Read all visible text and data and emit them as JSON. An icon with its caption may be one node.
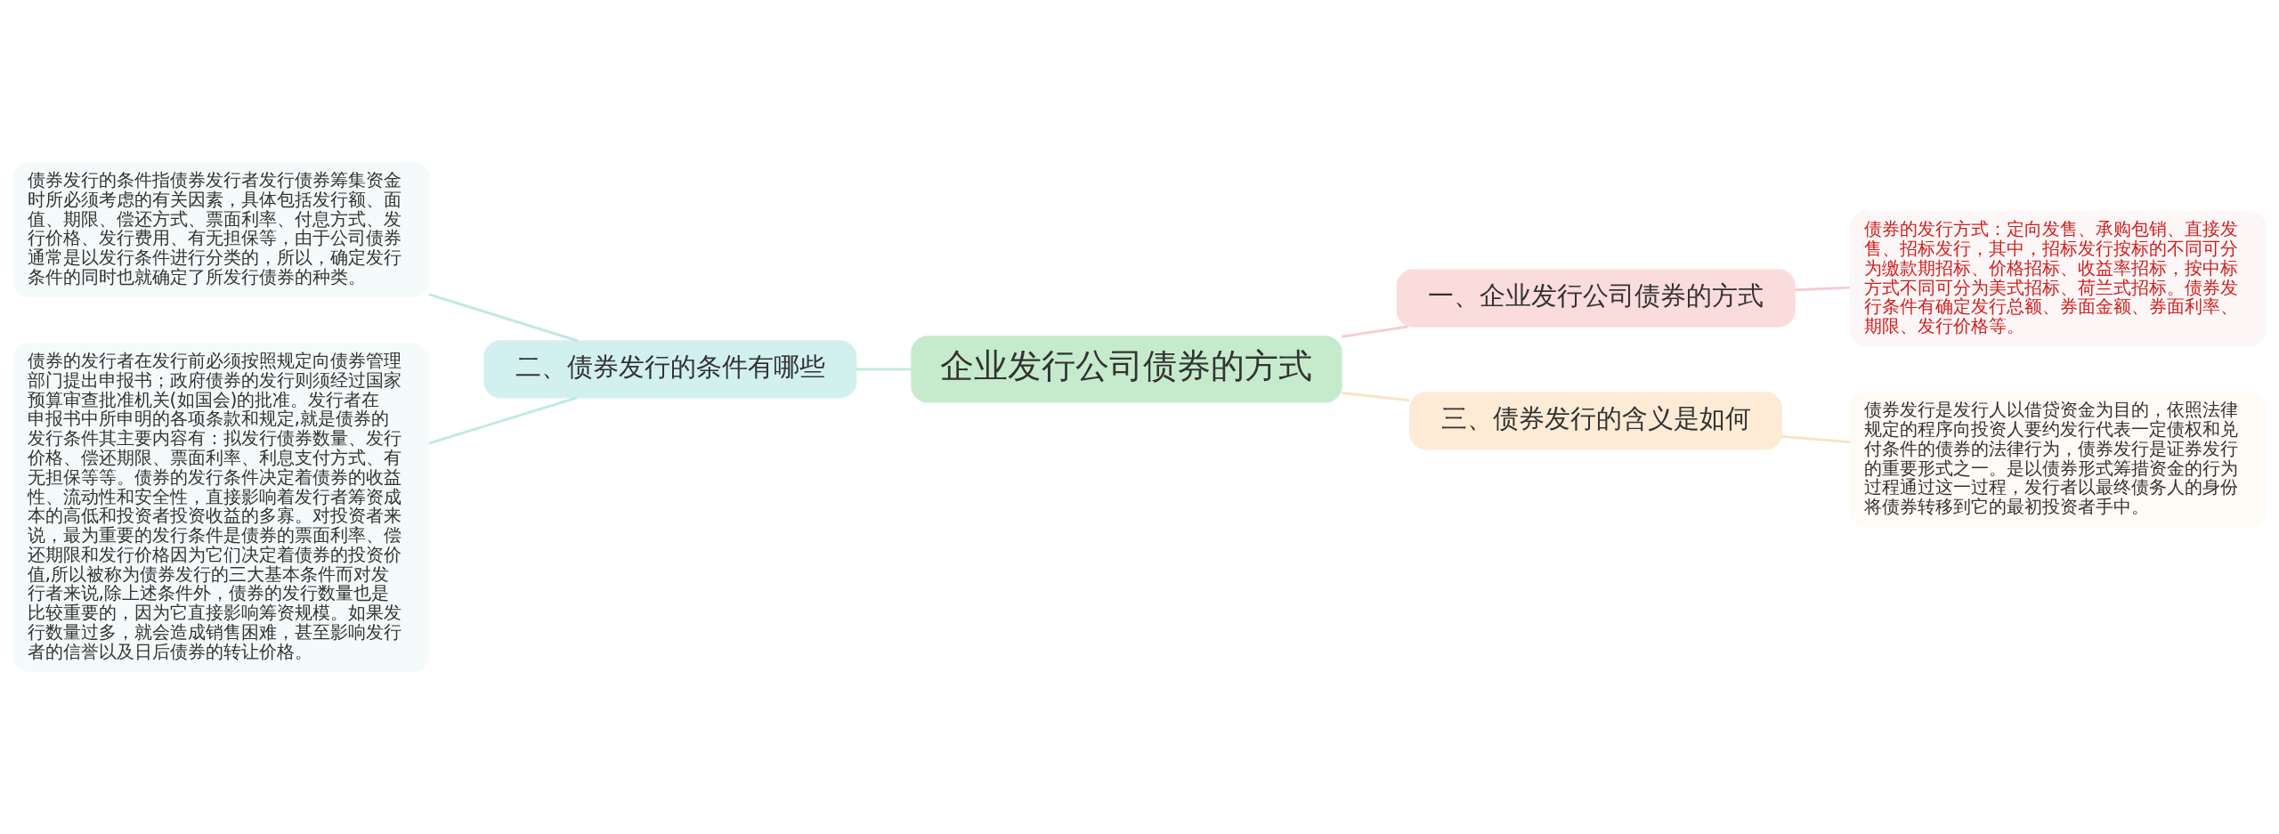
{
  "diagram": {
    "nodes": [
      {
        "text": [
          "债券发行的条件指债券发行者发行债券筹集资金时所必须考虑的有关因素，具体包括发行额、面值、期限、偿还方式、票面利率、付息方式、发行价格、发行费用、有无担保等，由于公司债券通常是以发行条件进行分类的，所以，确定发行条件的同时也就确定了所发行债券的种类。"
        ]
      },
      {
        "text": [
          "债券的发行者在发行前必须按照规定向债券管理部门提出申报书；政府债券的发行则须经过国家预算审查批准机关(如国会)的批准。发行者在申报书中所申明的各项条款和规定,就是债券的发行条件其主要内容有：拟发行债券数量、发行价格、偿还期限、票面利率、利息支付方式、有无担保等等。债券的发行条件决定着债券的收益性、流动性和安全性，直接影响着发行者筹资成本的高低和投资者投资收益的多寡。对投资者来说，最为重要的发行条件是债券的票面利率、偿还期限和发行价格因为它们决定着债券的投资价值,所以被称为债券发行的三大基本条件而对发行者来说,除上述条件外，债券的发行数量也是比较重要的，因为它直接影响筹资规模。如果发行数量过多，就会造成销售困难，甚至影响发行者的信誉以及日后债券的转让价格。"
        ]
      },
      {
        "text": [
          "二、债券发行的条件有哪些"
        ]
      },
      {
        "text": [
          "企业发行公司债券的方式"
        ]
      },
      {
        "text": [
          "一、企业发行公司债券的方式"
        ]
      },
      {
        "text": [
          "债券的发行方式：定向发售、承购包销、直接发售、招标发行，其中，招标发行按标的不同可分为缴款期招标、价格招标、收益率招标，按中标方式不同可分为美式招标、荷兰式招标。债券发行条件有确定发行总额、券面金额、券面利率、期限、发行价格等。"
        ]
      },
      {
        "text": [
          "三、债券发行的含义是如何"
        ]
      },
      {
        "text": [
          "债券发行是发行人以借贷资金为目的，依照法律规定的程序向投资人要约发行代表一定债权和兑付条件的债券的法律行为，债券发行是证券发行的重要形式之一。是以债券形式筹措资金的行为过程通过这一过程，发行者以最终债务人的身份将债券转移到它的最初投资者手中。"
        ]
      }
    ],
    "edges": [
      {
        "from": 0,
        "to": 2,
        "arrow": "none",
        "color": "#bfeae4"
      },
      {
        "from": 1,
        "to": 2,
        "arrow": "none",
        "color": "#bfeae4"
      },
      {
        "from": 2,
        "to": 3,
        "arrow": "none",
        "color": "#bfeae4"
      },
      {
        "from": 3,
        "to": 4,
        "arrow": "none",
        "color": "#f6cdd0"
      },
      {
        "from": 4,
        "to": 5,
        "arrow": "none",
        "color": "#f6cdd0"
      },
      {
        "from": 3,
        "to": 6,
        "arrow": "none",
        "color": "#fbe3c6"
      },
      {
        "from": 6,
        "to": 7,
        "arrow": "none",
        "color": "#fbe3c6"
      }
    ]
  }
}
